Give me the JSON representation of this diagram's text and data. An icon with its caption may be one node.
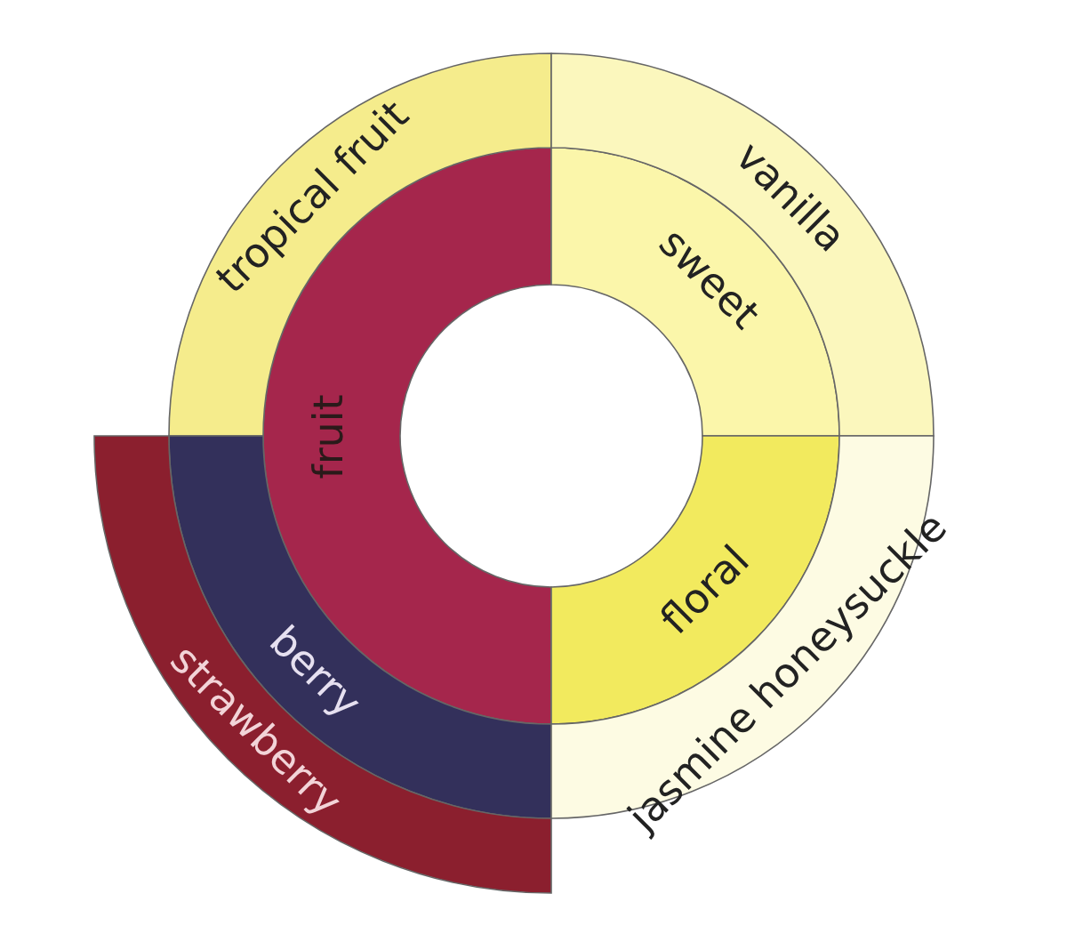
{
  "diagram": {
    "nodes": [
      {
        "text": [
          "fruit"
        ]
      },
      {
        "text": [
          "tropical fruit"
        ]
      },
      {
        "text": [
          "berry"
        ]
      },
      {
        "text": [
          "strawberry"
        ]
      },
      {
        "text": [
          "sweet"
        ]
      },
      {
        "text": [
          "vanilla"
        ]
      },
      {
        "text": [
          "floral"
        ]
      },
      {
        "text": [
          "jasmine honeysuckle"
        ]
      }
    ]
  }
}
